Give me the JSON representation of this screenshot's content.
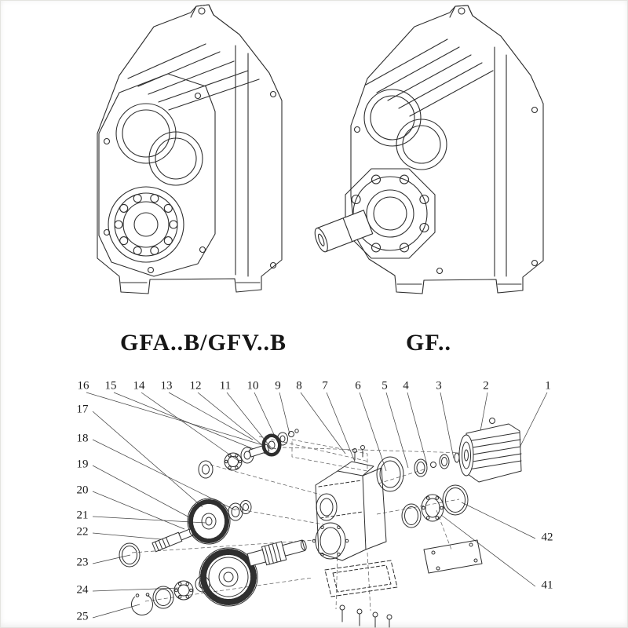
{
  "page": {
    "background": "#ffffff",
    "line_color": "#2f2f2f"
  },
  "products": {
    "left_model_label": "GFA..B/GFV..B",
    "right_model_label": "GF.."
  },
  "exploded_view": {
    "top_labels": [
      "16",
      "15",
      "14",
      "13",
      "12",
      "11",
      "10",
      "9",
      "8",
      "7",
      "6",
      "5",
      "4",
      "3",
      "2",
      "1"
    ],
    "left_labels": [
      "17",
      "18",
      "19",
      "20",
      "21",
      "22",
      "23",
      "24",
      "25"
    ],
    "right_labels": [
      "42",
      "41"
    ]
  }
}
